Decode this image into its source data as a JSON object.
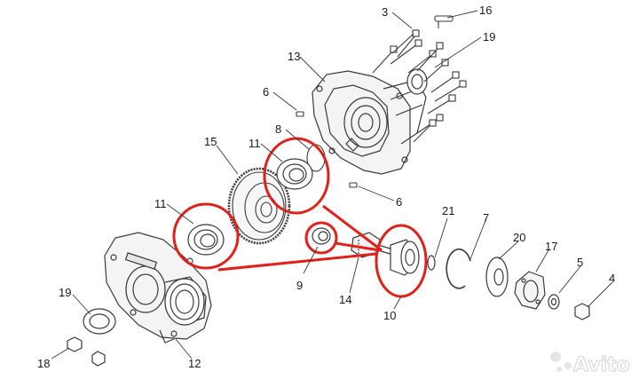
{
  "diagram": {
    "callouts": {
      "c3": "3",
      "c16": "16",
      "c19_top": "19",
      "c13": "13",
      "c6_top": "6",
      "c8": "8",
      "c15": "15",
      "c11_top": "11",
      "c11_left": "11",
      "c6_mid": "6",
      "c21": "21",
      "c7": "7",
      "c20": "20",
      "c17": "17",
      "c5": "5",
      "c4": "4",
      "c9": "9",
      "c14": "14",
      "c10": "10",
      "c19_left": "19",
      "c18": "18",
      "c12": "12"
    },
    "colors": {
      "line": "#3a3a3a",
      "highlight": "#e0211a",
      "watermark": "#e2e2e2"
    },
    "watermark": "Avito"
  }
}
